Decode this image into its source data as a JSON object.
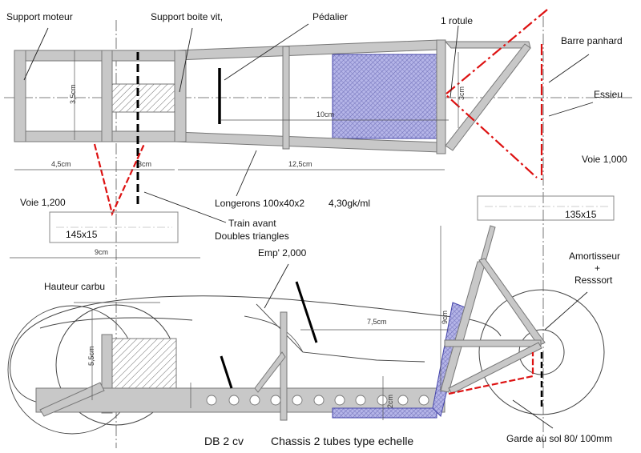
{
  "title": {
    "main": "DB 2 cv",
    "sub": "Chassis 2 tubes type echelle"
  },
  "labels": {
    "support_moteur": "Support moteur",
    "support_boite": "Support boite vit,",
    "pedalier": "Pédalier",
    "rotule": "1 rotule",
    "barre_panhard": "Barre panhard",
    "essieu": "Essieu",
    "voie_arriere": "Voie 1,000",
    "voie_avant": "Voie 1,200",
    "train_avant_1": "Train avant",
    "train_avant_2": "Doubles triangles",
    "longerons": "Longerons 100x40x2",
    "poids": "4,30gk/ml",
    "pneu_avant": "145x15",
    "pneu_arriere": "135x15",
    "empattement": "Emp' 2,000",
    "hauteur_carbu": "Hauteur carbu",
    "amortisseur_1": "Amortisseur",
    "amortisseur_2": "+",
    "amortisseur_3": "Resssort",
    "garde_sol": "Garde au sol 80/ 100mm"
  },
  "dimensions": {
    "d_3_5": "3,5cm",
    "d_4_5": "4,5cm",
    "d_3": "3cm",
    "d_12_5": "12,5cm",
    "d_10": "10cm",
    "d_9_top": "9cm",
    "d_7_5": "7,5cm",
    "d_9_side": "9cm",
    "d_5_5": "5,5cm",
    "d_2": "2cm",
    "d_3_right": "3cm"
  },
  "colors": {
    "tube_fill": "#c8c8c8",
    "tube_stroke": "#777777",
    "red": "#dd1111",
    "blue_fill": "#a9a9e0",
    "blue_stroke": "#4444aa",
    "black": "#000000"
  }
}
